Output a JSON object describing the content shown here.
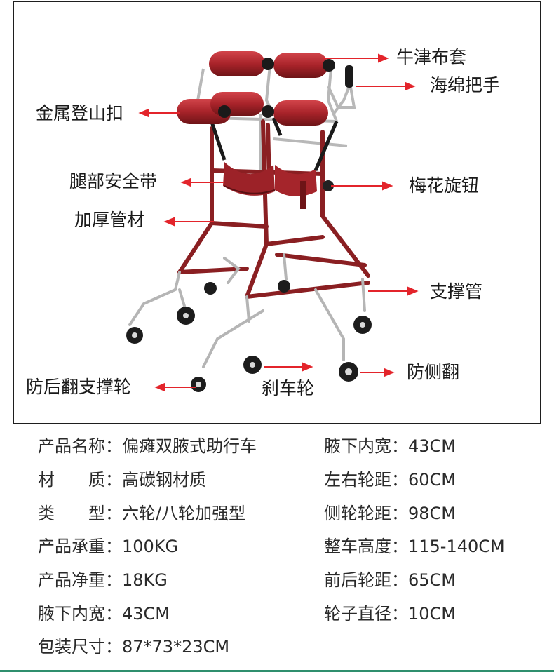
{
  "diagram": {
    "labels": {
      "oxford_cover": "牛津布套",
      "sponge_handle": "海绵把手",
      "metal_carabiner": "金属登山扣",
      "leg_belt": "腿部安全带",
      "plum_knob": "梅花旋钮",
      "thick_tube": "加厚管材",
      "support_tube": "支撑管",
      "anti_tip_wheel": "防后翻支撑轮",
      "brake_wheel": "刹车轮",
      "side_tip_guard": "防侧翻"
    }
  },
  "specs": {
    "left": [
      {
        "key": "产品名称",
        "value": "偏瘫双腋式助行车"
      },
      {
        "key": "材　　质",
        "value": "高碳钢材质"
      },
      {
        "key": "类　　型",
        "value": "六轮/八轮加强型"
      },
      {
        "key": "产品承重",
        "value": "100KG"
      },
      {
        "key": "产品净重",
        "value": "18KG"
      },
      {
        "key": "腋下内宽",
        "value": "43CM"
      },
      {
        "key": "包装尺寸",
        "value": "87*73*23CM"
      }
    ],
    "right": [
      {
        "key": "腋下内宽",
        "value": "43CM"
      },
      {
        "key": "左右轮距",
        "value": "60CM"
      },
      {
        "key": "侧轮轮距",
        "value": "98CM"
      },
      {
        "key": "整车高度",
        "value": "115-140CM"
      },
      {
        "key": "前后轮距",
        "value": "65CM"
      },
      {
        "key": "轮子直径",
        "value": "10CM"
      }
    ],
    "colon": "："
  },
  "colors": {
    "frame_red": "#8a1f22",
    "pad_red": "#b0262b",
    "arrow_red": "#e3242b",
    "accent_line": "#2f8f6e"
  }
}
